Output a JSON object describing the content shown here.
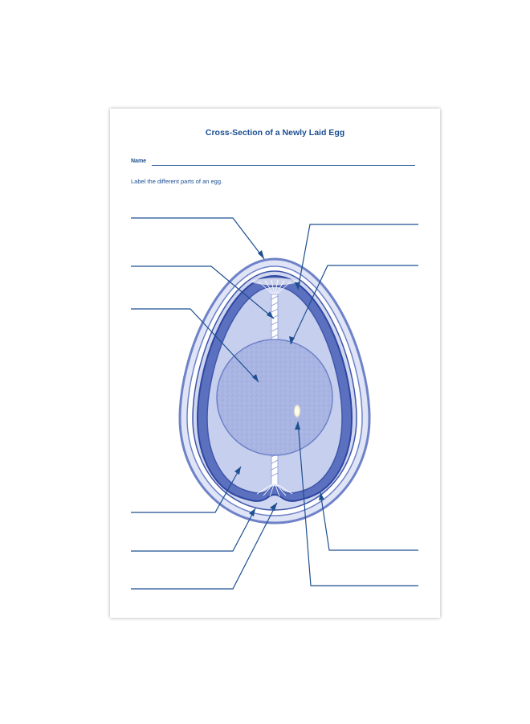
{
  "worksheet": {
    "title": "Cross-Section of a Newly Laid Egg",
    "name_label": "Name",
    "instruction": "Label the different parts of an egg."
  },
  "colors": {
    "ink": "#1d4f91",
    "shell": "#7d8fcf",
    "membrane": "#5a6fbf",
    "white": "#c9d1ef",
    "yolk": "#a7b3e0"
  }
}
